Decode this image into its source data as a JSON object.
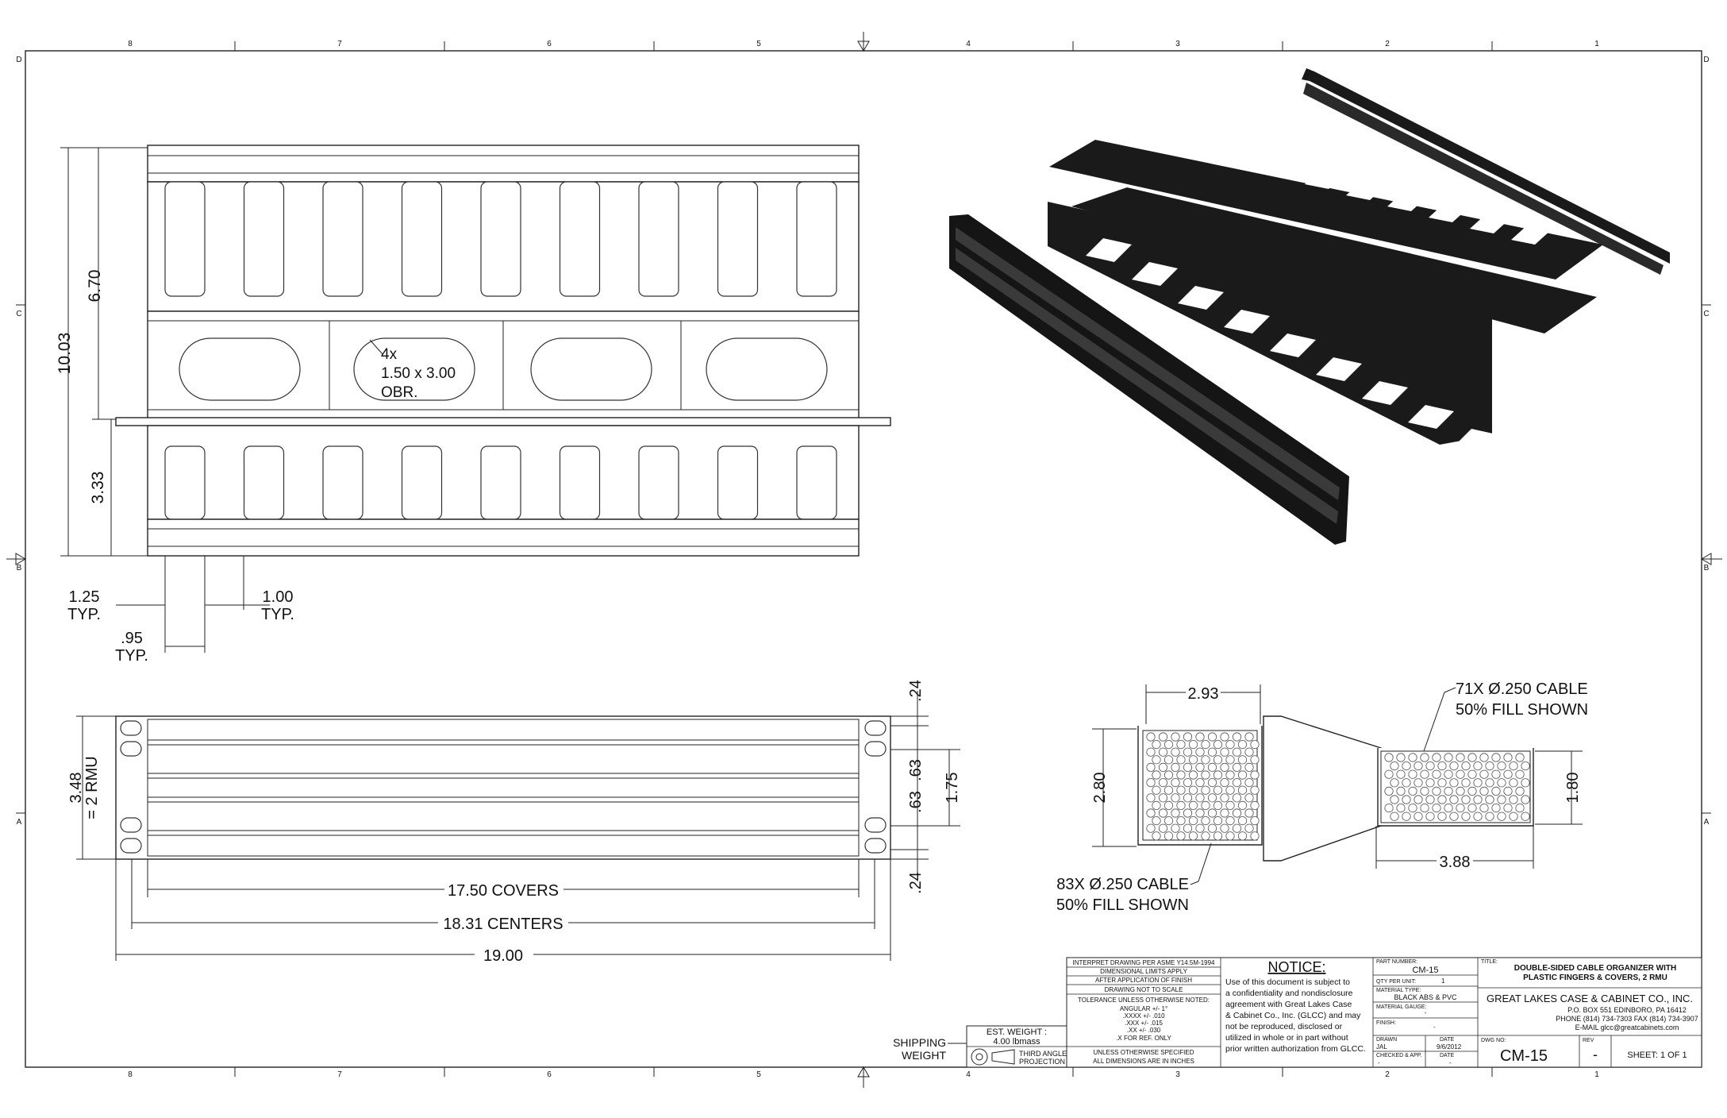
{
  "zones": {
    "columns": [
      "8",
      "7",
      "6",
      "5",
      "4",
      "3",
      "2",
      "1"
    ],
    "rows": [
      "D",
      "C",
      "B",
      "A"
    ]
  },
  "front_view": {
    "dims": {
      "overall": "10.03",
      "upper": "6.70",
      "lower": "3.33",
      "finger_pitch": "1.25",
      "finger_pitch_typ": "TYP.",
      "finger_width": "1.00",
      "finger_width_typ": "TYP.",
      "gap": ".95",
      "gap_typ": "TYP."
    },
    "callout": {
      "line1": "4x",
      "line2": "1.50 x 3.00",
      "line3": "OBR."
    }
  },
  "rack_view": {
    "dims": {
      "height": "3.48",
      "rmu": "= 2 RMU",
      "covers": "17.50 COVERS",
      "centers": "18.31 CENTERS",
      "overall": "19.00",
      "top": ".24",
      "mid_upper": ".63",
      "mid_lower": ".63",
      "bottom": ".24",
      "span": "1.75"
    }
  },
  "section_view": {
    "dims": {
      "left_width": "2.93",
      "left_height": "2.80",
      "right_width": "3.88",
      "right_height": "1.80"
    },
    "notes": {
      "right_line1": "71X  Ø.250 CABLE",
      "right_line2": "50% FILL SHOWN",
      "left_line1": "83X  Ø.250 CABLE",
      "left_line2": "50% FILL SHOWN"
    }
  },
  "shipping": {
    "label_line1": "SHIPPING",
    "label_line2": "WEIGHT",
    "est_weight": "EST. WEIGHT :",
    "weight_value": "4.00 lbmass",
    "projection_line1": "THIRD ANGLE",
    "projection_line2": "PROJECTION"
  },
  "title_block": {
    "spec": [
      "INTERPRET DRAWING PER ASME Y14.5M-1994",
      "DIMENSIONAL LIMITS APPLY",
      "AFTER APPLICATION OF FINISH",
      "DRAWING NOT TO SCALE",
      "TOLERANCE UNLESS OTHERWISE NOTED:",
      "ANGULAR +/- 1°",
      ".XXXX +/- .010",
      ".XXX +/- .015",
      ".XX +/- .030",
      ".X FOR REF. ONLY",
      "UNLESS OTHERWISE SPECIFIED",
      "ALL DIMENSIONS ARE IN INCHES"
    ],
    "notice_title": "NOTICE:",
    "notice_lines": [
      "Use of this document is subject to",
      "a confidentiality and nondisclosure",
      "agreement with Great Lakes Case",
      "& Cabinet Co., Inc. (GLCC) and may",
      "not be reproduced, disclosed or",
      "utilized in whole or in part without",
      "prior written authorization from GLCC."
    ],
    "part_number_label": "PART NUMBER:",
    "part_number": "CM-15",
    "qty_label": "QTY PER UNIT:",
    "qty": "1",
    "material_type_label": "MATERIAL TYPE:",
    "material_type": "BLACK ABS & PVC",
    "material_gauge_label": "MATERIAL GAUGE:",
    "material_gauge": "-",
    "finish_label": "FINISH:",
    "finish": "-",
    "drawn_label": "DRAWN",
    "drawn": "JAL",
    "date_label": "DATE",
    "drawn_date": "9/6/2012",
    "checked_label": "CHECKED & APP.",
    "checked": "-",
    "checked_date_label": "DATE",
    "checked_date": "-",
    "title_label": "TITLE:",
    "title_line1": "DOUBLE-SIDED CABLE ORGANIZER WITH",
    "title_line2": "PLASTIC FINGERS & COVERS, 2 RMU",
    "company": "GREAT LAKES CASE & CABINET CO., INC.",
    "address": "P.O. BOX 551 EDINBORO, PA 16412",
    "phone": "PHONE (814) 734-7303 FAX (814) 734-3907",
    "email": "E-MAIL glcc@greatcabinets.com",
    "dwg_label": "DWG NO:",
    "dwg": "CM-15",
    "rev_label": "REV",
    "rev": "-",
    "sheet": "SHEET:  1  OF  1"
  },
  "colors": {
    "line": "#222222",
    "part_fill": "#1a1a1a",
    "background": "#ffffff"
  }
}
